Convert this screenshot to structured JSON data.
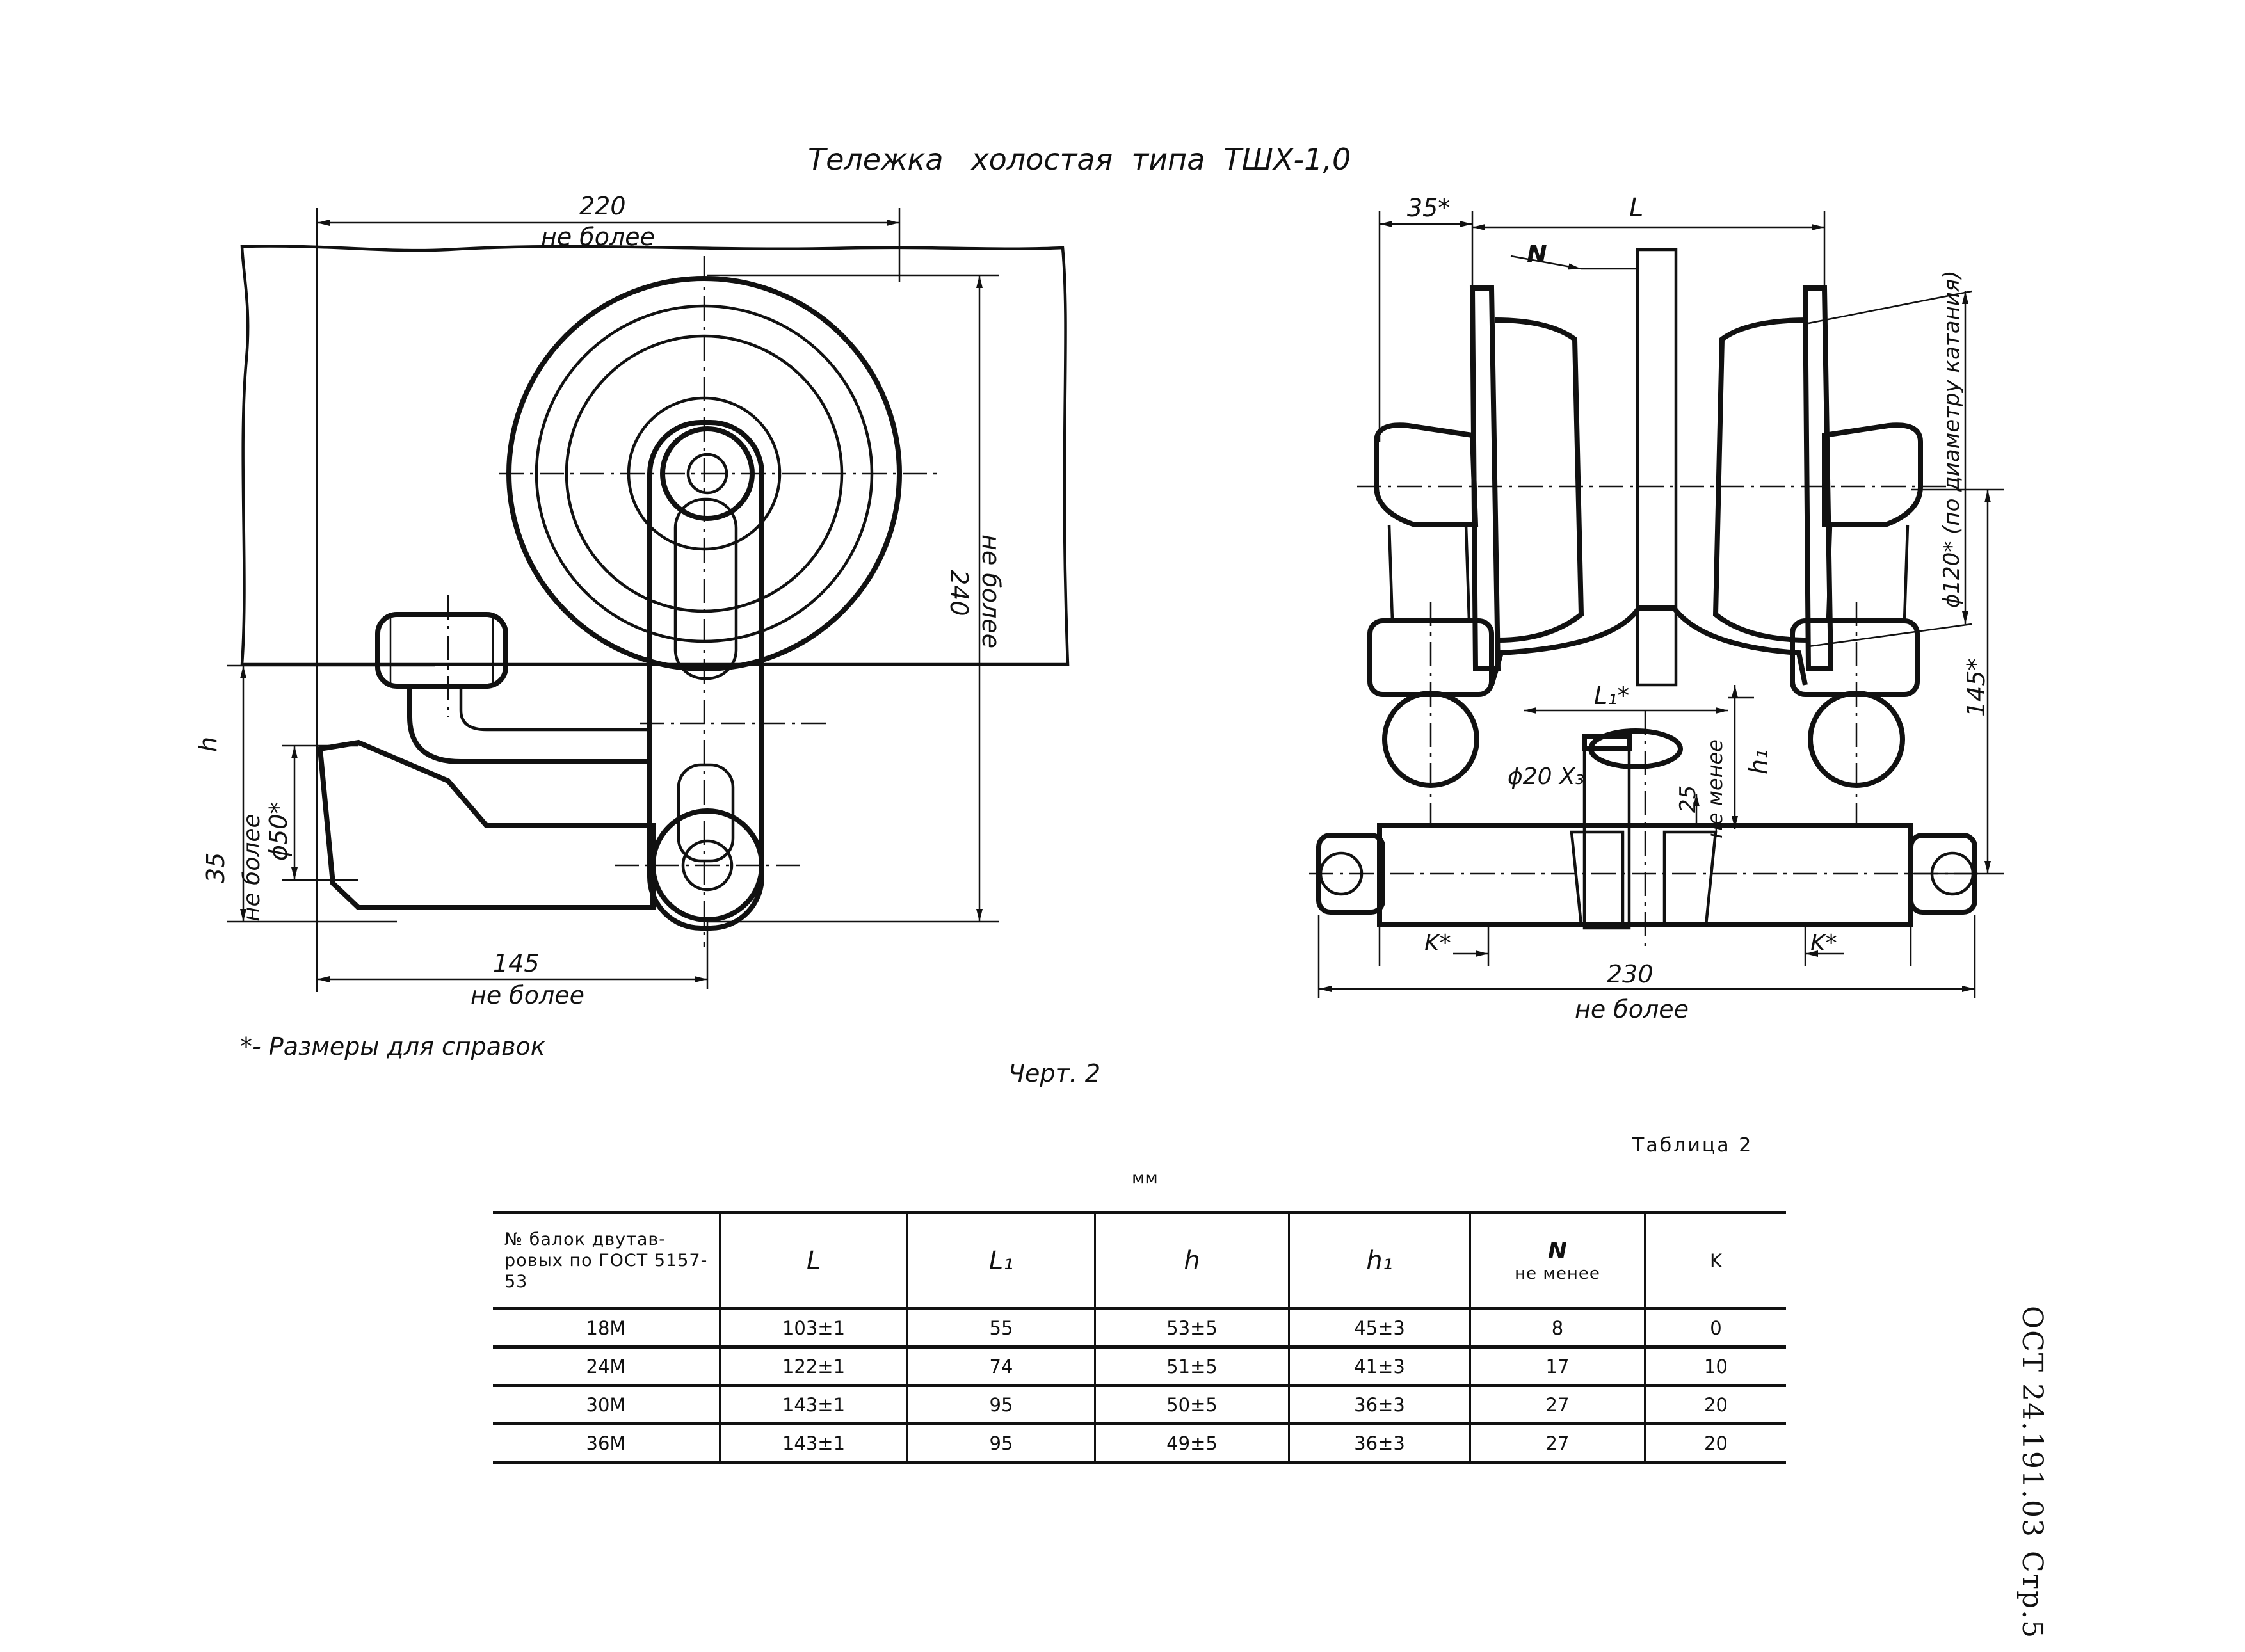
{
  "drawing": {
    "title": "Тележка   холостая  типа  ТШХ-1,0",
    "figure_caption": "Черт. 2",
    "reference_note": "*- Размеры для справок",
    "left_view_dims": {
      "width_top": "220",
      "width_top_note": "не более",
      "height_right": "240",
      "height_right_note": "не более",
      "h_label": "h",
      "dim_35": "35",
      "dim_35_note": "не более",
      "dia_50": "ϕ50*",
      "width_bottom": "145",
      "width_bottom_note": "не более"
    },
    "right_view_dims": {
      "dim_35star": "35*",
      "L_label": "L",
      "N_label": "N",
      "dia_120": "ϕ120* (по диаметру катания)",
      "dim_145star": "145*",
      "L1_label": "L₁*",
      "h1_label": "h₁",
      "dim_25": "25",
      "dim_25_note": "не менее",
      "dia_20": "ϕ20 X₃",
      "K_left": "K*",
      "K_right": "K*",
      "width_bottom": "230",
      "width_bottom_note": "не более"
    }
  },
  "table": {
    "caption": "Таблица 2",
    "units": "мм",
    "headers": {
      "col0": "№ балок двутав-ровых по ГОСТ 5157-53",
      "col1": "L",
      "col2": "L₁",
      "col3": "h",
      "col4": "h₁",
      "col5_sym": "N",
      "col5_sub": "не менее",
      "col6": "K"
    },
    "rows": [
      {
        "beam": "18M",
        "L": "103±1",
        "L1": "55",
        "h": "53±5",
        "h1": "45±3",
        "N": "8",
        "K": "0"
      },
      {
        "beam": "24M",
        "L": "122±1",
        "L1": "74",
        "h": "51±5",
        "h1": "41±3",
        "N": "17",
        "K": "10"
      },
      {
        "beam": "30M",
        "L": "143±1",
        "L1": "95",
        "h": "50±5",
        "h1": "36±3",
        "N": "27",
        "K": "20"
      },
      {
        "beam": "36M",
        "L": "143±1",
        "L1": "95",
        "h": "49±5",
        "h1": "36±3",
        "N": "27",
        "K": "20"
      }
    ]
  },
  "page_side": {
    "standard": "ОСТ 24.191.03",
    "page": "Стр.5"
  }
}
